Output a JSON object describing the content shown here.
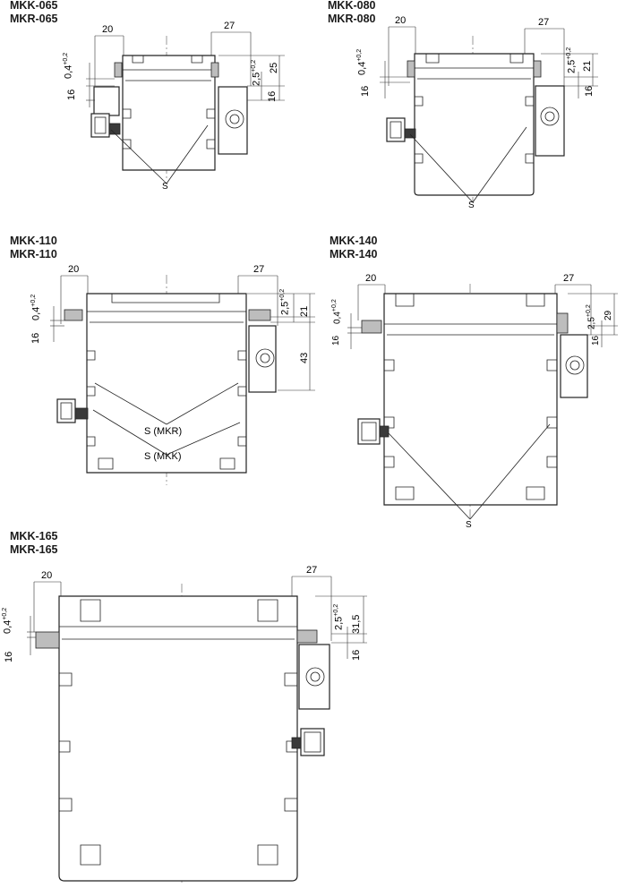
{
  "panels": [
    {
      "titles": [
        "MKK-065",
        "MKR-065"
      ],
      "dims": {
        "w_left": "20",
        "w_right": "27",
        "gap_left": "0,4",
        "gap_right": "2,5",
        "tol": "+0,2",
        "h_left": "16",
        "h_right_small": "16",
        "h_right_big": "25"
      },
      "s_labels": [
        "S"
      ]
    },
    {
      "titles": [
        "MKK-080",
        "MKR-080"
      ],
      "dims": {
        "w_left": "20",
        "w_right": "27",
        "gap_left": "0,4",
        "gap_right": "2,5",
        "tol": "+0,2",
        "h_left": "16",
        "h_right_small": "16",
        "h_right_big": "21"
      },
      "s_labels": [
        "S"
      ]
    },
    {
      "titles": [
        "MKK-110",
        "MKR-110"
      ],
      "dims": {
        "w_left": "20",
        "w_right": "27",
        "gap_left": "0,4",
        "gap_right": "2,5",
        "tol": "+0,2",
        "h_left": "16",
        "h_right_small": "21",
        "h_right_big": "43"
      },
      "s_labels": [
        "S (MKR)",
        "S (MKK)"
      ]
    },
    {
      "titles": [
        "MKK-140",
        "MKR-140"
      ],
      "dims": {
        "w_left": "20",
        "w_right": "27",
        "gap_left": "0,4",
        "gap_right": "2,5",
        "tol": "+0,2",
        "h_left": "16",
        "h_right_small": "16",
        "h_right_big": "29"
      },
      "s_labels": [
        "S"
      ]
    },
    {
      "titles": [
        "MKK-165",
        "MKR-165"
      ],
      "dims": {
        "w_left": "20",
        "w_right": "27",
        "gap_left": "0,4",
        "gap_right": "2,5",
        "tol": "+0,2",
        "h_left": "16",
        "h_right_small": "16",
        "h_right_big": "31,5"
      },
      "s_labels": []
    }
  ]
}
